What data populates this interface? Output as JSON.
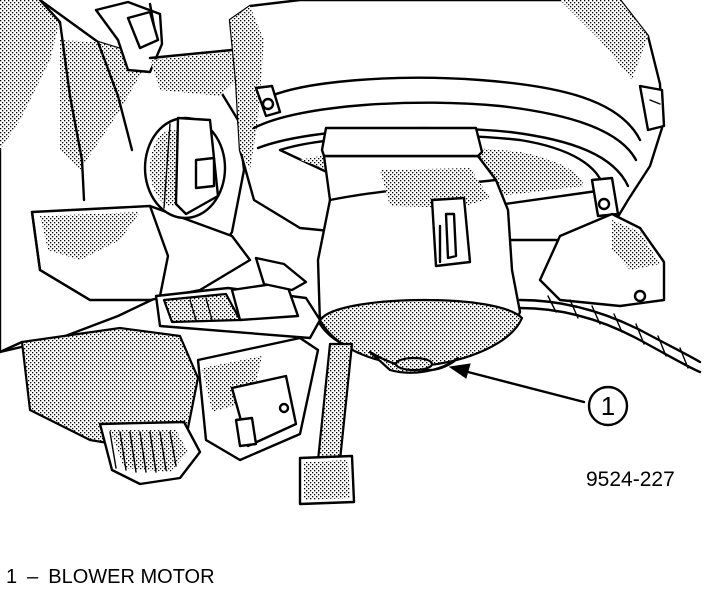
{
  "figure": {
    "id_label": "9524-227",
    "callout": {
      "number": "1"
    }
  },
  "legend": {
    "items": [
      {
        "number": "1",
        "separator": "–",
        "text": "BLOWER MOTOR"
      }
    ]
  }
}
